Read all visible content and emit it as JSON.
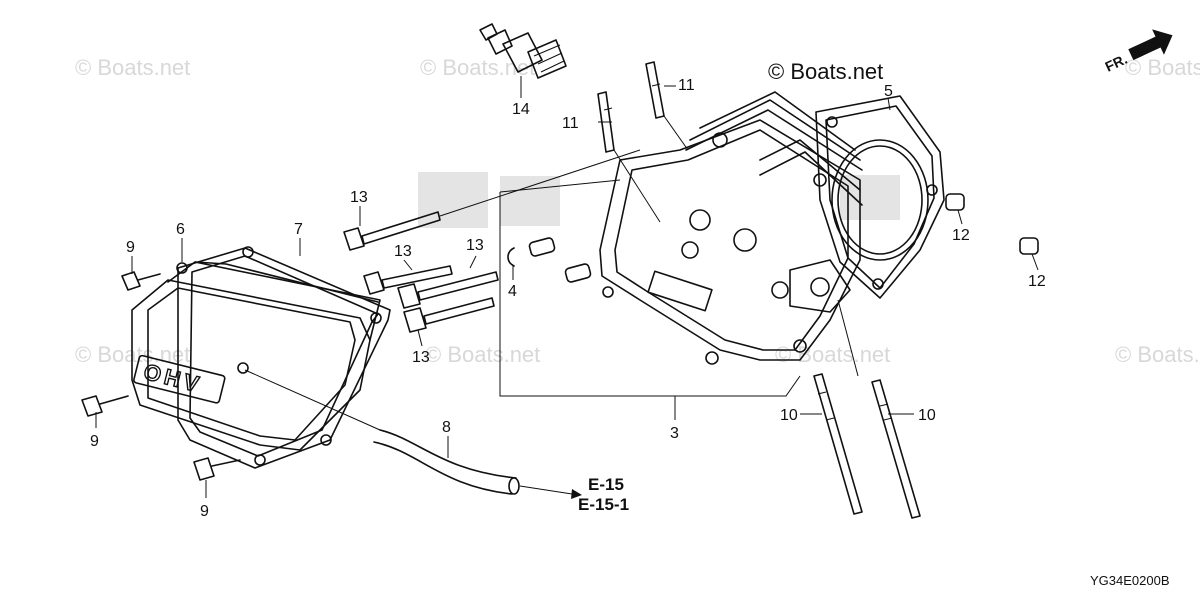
{
  "watermark": "© Boats.net",
  "copyright": "© Boats.net",
  "direction_label": "FR.",
  "diagram_code": "YG34E0200B",
  "callouts": [
    {
      "id": "c14",
      "text": "14"
    },
    {
      "id": "c11a",
      "text": "11"
    },
    {
      "id": "c11b",
      "text": "11"
    },
    {
      "id": "c5",
      "text": "5"
    },
    {
      "id": "c13a",
      "text": "13"
    },
    {
      "id": "c13b",
      "text": "13"
    },
    {
      "id": "c13c",
      "text": "13"
    },
    {
      "id": "c13d",
      "text": "13"
    },
    {
      "id": "c9a",
      "text": "9"
    },
    {
      "id": "c6",
      "text": "6"
    },
    {
      "id": "c7",
      "text": "7"
    },
    {
      "id": "c4",
      "text": "4"
    },
    {
      "id": "c12a",
      "text": "12"
    },
    {
      "id": "c12b",
      "text": "12"
    },
    {
      "id": "c9b",
      "text": "9"
    },
    {
      "id": "c9c",
      "text": "9"
    },
    {
      "id": "c8",
      "text": "8"
    },
    {
      "id": "c3",
      "text": "3"
    },
    {
      "id": "c10a",
      "text": "10"
    },
    {
      "id": "c10b",
      "text": "10"
    }
  ],
  "references": {
    "ref1": "E-15",
    "ref2": "E-15-1"
  },
  "cover_marking": "OHV"
}
